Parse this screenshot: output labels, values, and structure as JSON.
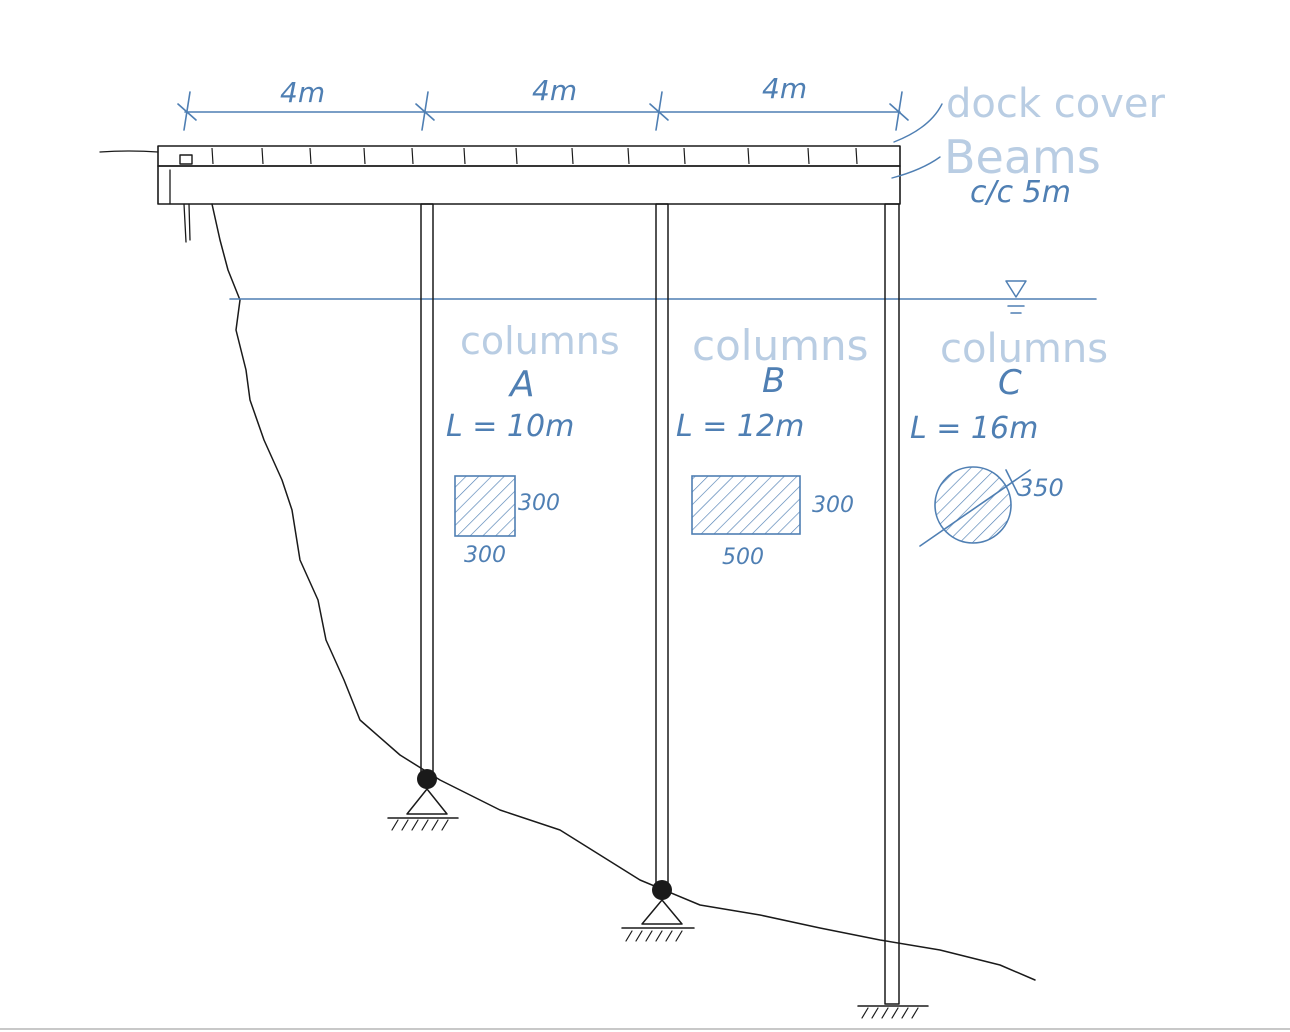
{
  "dimensions": {
    "span_1": "4m",
    "span_2": "4m",
    "span_3": "4m"
  },
  "labels": {
    "dock_cover": "dock cover",
    "beams": "Beams",
    "beam_spacing": "c/c 5m"
  },
  "columns": [
    {
      "title": "columns",
      "id": "A",
      "length": "L = 10m",
      "section": "square",
      "dim_right": "300",
      "dim_bottom": "300"
    },
    {
      "title": "columns",
      "id": "B",
      "length": "L = 12m",
      "section": "rectangle",
      "dim_right": "300",
      "dim_bottom": "500"
    },
    {
      "title": "columns",
      "id": "C",
      "length": "L = 16m",
      "section": "circle",
      "diameter": "350"
    }
  ],
  "colors": {
    "ink": "#1a1a1a",
    "annotation": "#4f7fb3",
    "label": "#b9cde3"
  }
}
